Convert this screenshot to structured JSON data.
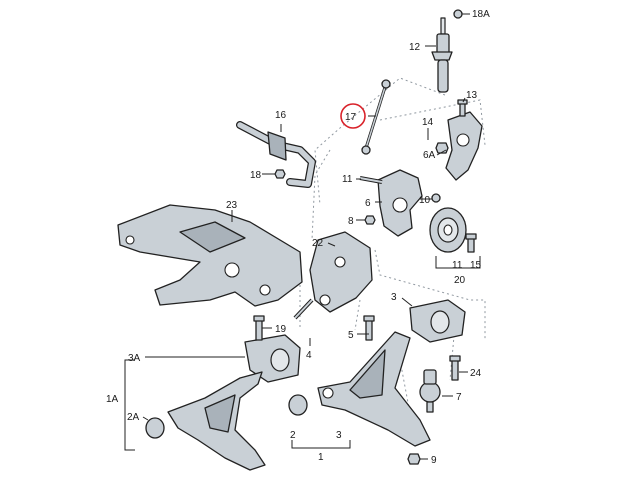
{
  "callouts": {
    "c18A": "18A",
    "c12": "12",
    "c13": "13",
    "c14": "14",
    "c6A": "6A",
    "c16": "16",
    "c17": "17",
    "c18": "18",
    "c11a": "11",
    "c10": "10",
    "c6": "6",
    "c8": "8",
    "c23": "23",
    "c22": "22",
    "c11b": "11",
    "c15": "15",
    "c20": "20",
    "c3": "3",
    "c19": "19",
    "c5": "5",
    "c4": "4",
    "c3A": "3A",
    "c24": "24",
    "c7": "7",
    "c1A": "1A",
    "c2A": "2A",
    "c2": "2",
    "c3b": "3",
    "c1": "1",
    "c9": "9"
  },
  "highlight": {
    "part": "17",
    "color": "#d9222a"
  },
  "colors": {
    "part_fill": "#c9d0d6",
    "outline": "#222222",
    "guide": "#9098a0"
  }
}
